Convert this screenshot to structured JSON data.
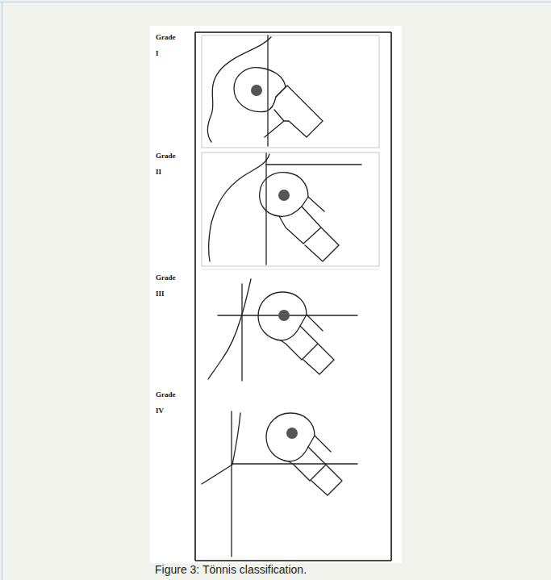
{
  "diagram": {
    "caption": "Figure 3: Tönnis classification.",
    "labels": [
      "Grade I",
      "Grade II",
      "Grade III",
      "Grade IV"
    ]
  }
}
